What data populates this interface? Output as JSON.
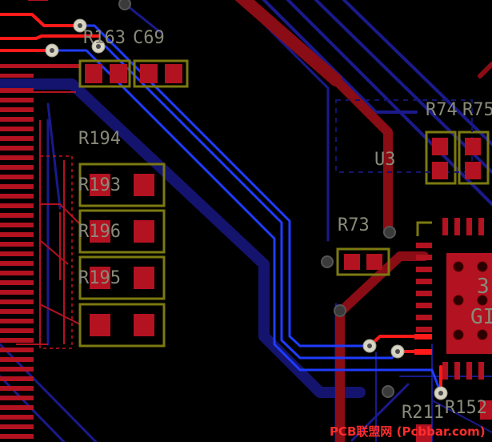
{
  "designators": {
    "r163": "R163",
    "c69": "C69",
    "r194": "R194",
    "r193": "R193",
    "r196": "R196",
    "r195": "R195",
    "r73": "R73",
    "u3": "U3",
    "r74": "R74",
    "r75": "R75",
    "r211": "R211",
    "r152": "R152",
    "ic_mark_top": "3",
    "ic_mark_bottom": "GI"
  },
  "watermark": "PCB联盟网 (Pcbbar.com)",
  "colors": {
    "background": "#000000",
    "top_copper": "#c8101c",
    "bottom_copper": "#1a1a8c",
    "signal_trace": "#1f3cff",
    "silkscreen": "#8a8a7a",
    "component_outline": "#7c7a10",
    "via_ring": "#d8d4c4",
    "courtyard": "#c8101c"
  }
}
